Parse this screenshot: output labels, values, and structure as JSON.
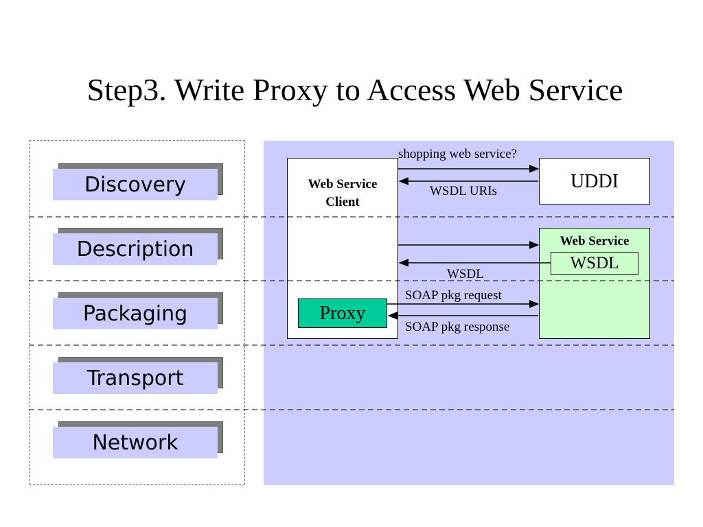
{
  "title": "Step3. Write Proxy to Access Web Service",
  "layers": [
    {
      "label": "Discovery"
    },
    {
      "label": "Description"
    },
    {
      "label": "Packaging"
    },
    {
      "label": "Transport"
    },
    {
      "label": "Network"
    }
  ],
  "diagram": {
    "client_label_line1": "Web Service",
    "client_label_line2": "Client",
    "uddi_label": "UDDI",
    "service_label": "Web Service",
    "wsdl_box_label": "WSDL",
    "proxy_label": "Proxy",
    "messages": {
      "query": "shopping web service?",
      "uris": "WSDL URIs",
      "wsdl": "WSDL",
      "request": "SOAP pkg request",
      "response": "SOAP pkg response"
    }
  },
  "colors": {
    "layer_face": "#ccccff",
    "layer_shadow": "#7f7f7f",
    "panel": "#ccccff",
    "service_box": "#ccffcc",
    "proxy_box": "#00cc99"
  }
}
